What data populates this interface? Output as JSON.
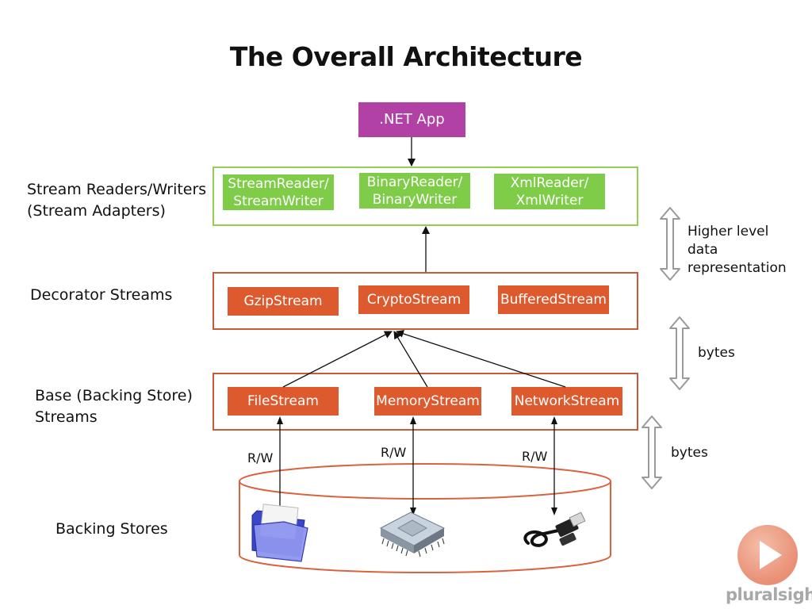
{
  "title": "The Overall Architecture",
  "app_box": ".NET App",
  "layers": {
    "adapters": {
      "label_line1": "Stream Readers/Writers",
      "label_line2": "(Stream Adapters)",
      "boxes": [
        {
          "line1": "StreamReader/",
          "line2": "StreamWriter"
        },
        {
          "line1": "BinaryReader/",
          "line2": "BinaryWriter"
        },
        {
          "line1": "XmlReader/",
          "line2": "XmlWriter"
        }
      ]
    },
    "decorators": {
      "label": "Decorator Streams",
      "boxes": [
        "GzipStream",
        "CryptoStream",
        "BufferedStream"
      ]
    },
    "base": {
      "label_line1": "Base (Backing Store)",
      "label_line2": "Streams",
      "boxes": [
        "FileStream",
        "MemoryStream",
        "NetworkStream"
      ]
    },
    "stores": {
      "label": "Backing Stores"
    }
  },
  "rw_labels": [
    "R/W",
    "R/W",
    "R/W"
  ],
  "side_labels": {
    "higher_line1": "Higher level",
    "higher_line2": "data",
    "higher_line3": "representation",
    "bytes_upper": "bytes",
    "bytes_lower": "bytes"
  },
  "icons": [
    "folder-icon",
    "microchip-icon",
    "network-cable-icon",
    "pluralsight-play-icon"
  ],
  "colors": {
    "orange": "#dd5a2e",
    "orange_border": "#c85a3a",
    "green": "#7fcc48",
    "green_border": "#8fd14f",
    "purple": "#b241a6"
  },
  "logo_text": "pluralsight"
}
